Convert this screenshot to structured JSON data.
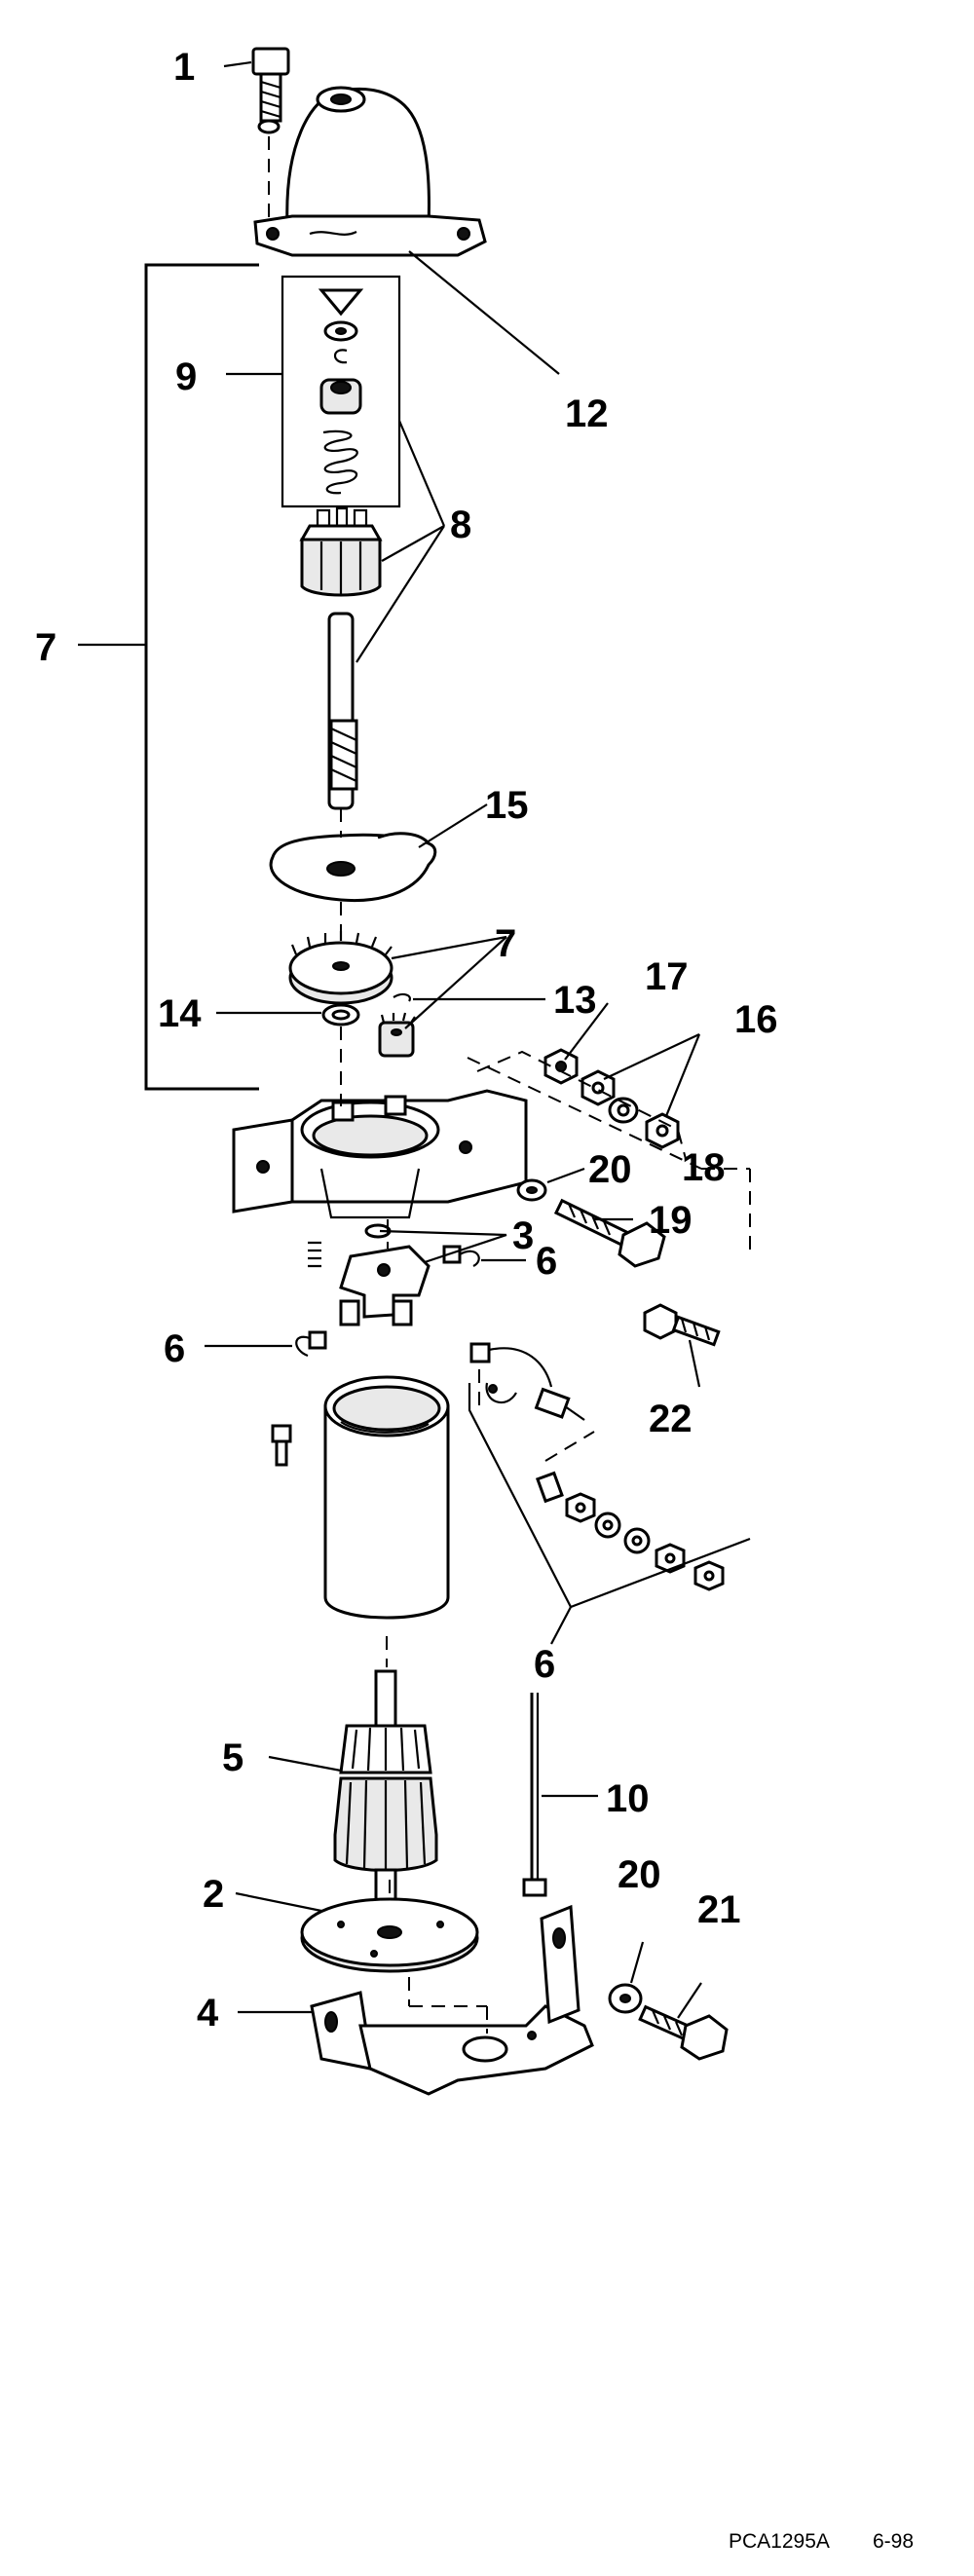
{
  "callouts": [
    "1",
    "12",
    "9",
    "8",
    "7",
    "15",
    "7",
    "13",
    "14",
    "17",
    "16",
    "18",
    "20",
    "19",
    "3",
    "6",
    "6",
    "22",
    "6",
    "5",
    "10",
    "2",
    "20",
    "21",
    "4"
  ],
  "footer": {
    "code": "PCA1295A",
    "date": "6-98"
  }
}
